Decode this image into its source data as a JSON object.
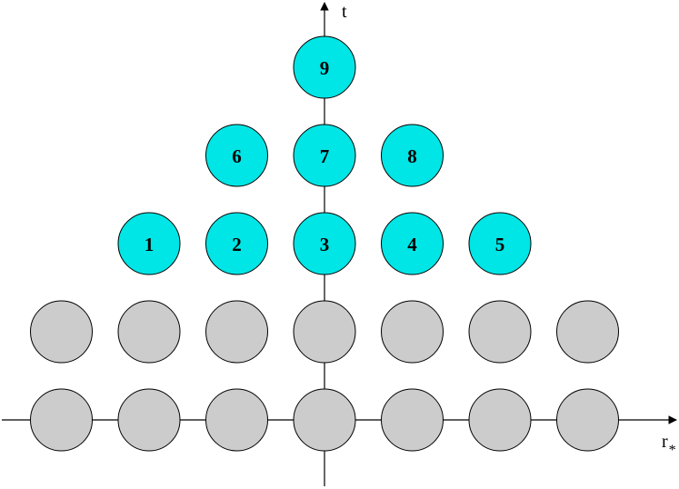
{
  "axes": {
    "vertical_label": "t",
    "horizontal_label": "r",
    "horizontal_subscript": "*",
    "line_color": "#000000"
  },
  "colors": {
    "active_fill": "#00e5e5",
    "inactive_fill": "#cccccc",
    "stroke": "#000000"
  },
  "grid": {
    "rows": [
      {
        "row": 0,
        "state": "inactive",
        "cells": [
          {
            "col": -3,
            "label": ""
          },
          {
            "col": -2,
            "label": ""
          },
          {
            "col": -1,
            "label": ""
          },
          {
            "col": 0,
            "label": ""
          },
          {
            "col": 1,
            "label": ""
          },
          {
            "col": 2,
            "label": ""
          },
          {
            "col": 3,
            "label": ""
          }
        ]
      },
      {
        "row": 1,
        "state": "inactive",
        "cells": [
          {
            "col": -3,
            "label": ""
          },
          {
            "col": -2,
            "label": ""
          },
          {
            "col": -1,
            "label": ""
          },
          {
            "col": 0,
            "label": ""
          },
          {
            "col": 1,
            "label": ""
          },
          {
            "col": 2,
            "label": ""
          },
          {
            "col": 3,
            "label": ""
          }
        ]
      },
      {
        "row": 2,
        "state": "active",
        "cells": [
          {
            "col": -2,
            "label": "1"
          },
          {
            "col": -1,
            "label": "2"
          },
          {
            "col": 0,
            "label": "3"
          },
          {
            "col": 1,
            "label": "4"
          },
          {
            "col": 2,
            "label": "5"
          }
        ]
      },
      {
        "row": 3,
        "state": "active",
        "cells": [
          {
            "col": -1,
            "label": "6"
          },
          {
            "col": 0,
            "label": "7"
          },
          {
            "col": 1,
            "label": "8"
          }
        ]
      },
      {
        "row": 4,
        "state": "active",
        "cells": [
          {
            "col": 0,
            "label": "9"
          }
        ]
      }
    ]
  }
}
